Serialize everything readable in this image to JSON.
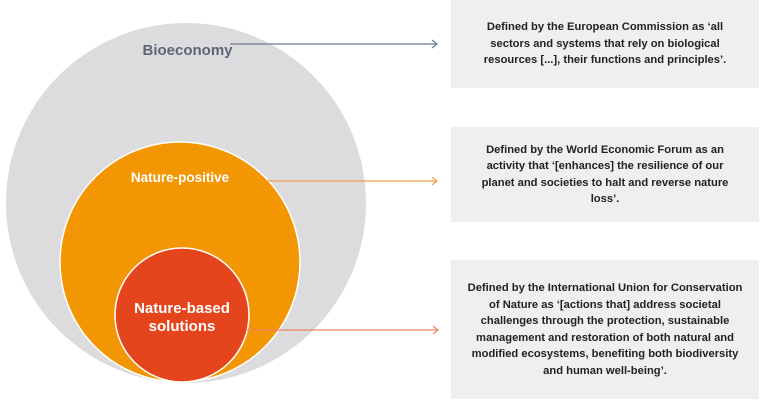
{
  "circles": [
    {
      "label": "Bioeconomy",
      "color": "#dcdcdf",
      "label_color": "#5b6774",
      "arrow_color": "#6e7c8a",
      "definition": "Defined by the European Commission as ‘all sectors and systems that rely on biological resources [...], their functions and principles’."
    },
    {
      "label": "Nature-positive",
      "color": "#f29604",
      "label_color": "#ffffff",
      "arrow_color": "#f2a04a",
      "definition": "Defined by the World Economic Forum as an activity that ‘[enhances] the resilience of our planet and societies to halt and reverse nature loss’."
    },
    {
      "label": "Nature-based solutions",
      "color": "#e5451c",
      "label_color": "#ffffff",
      "arrow_color": "#ee8468",
      "definition": "Defined by the International Union for Conservation of Nature as ‘[actions that] address societal challenges through the protection, sustainable management and restoration of both natural and modified ecosystems, benefiting both biodiversity and human well-being’."
    }
  ]
}
